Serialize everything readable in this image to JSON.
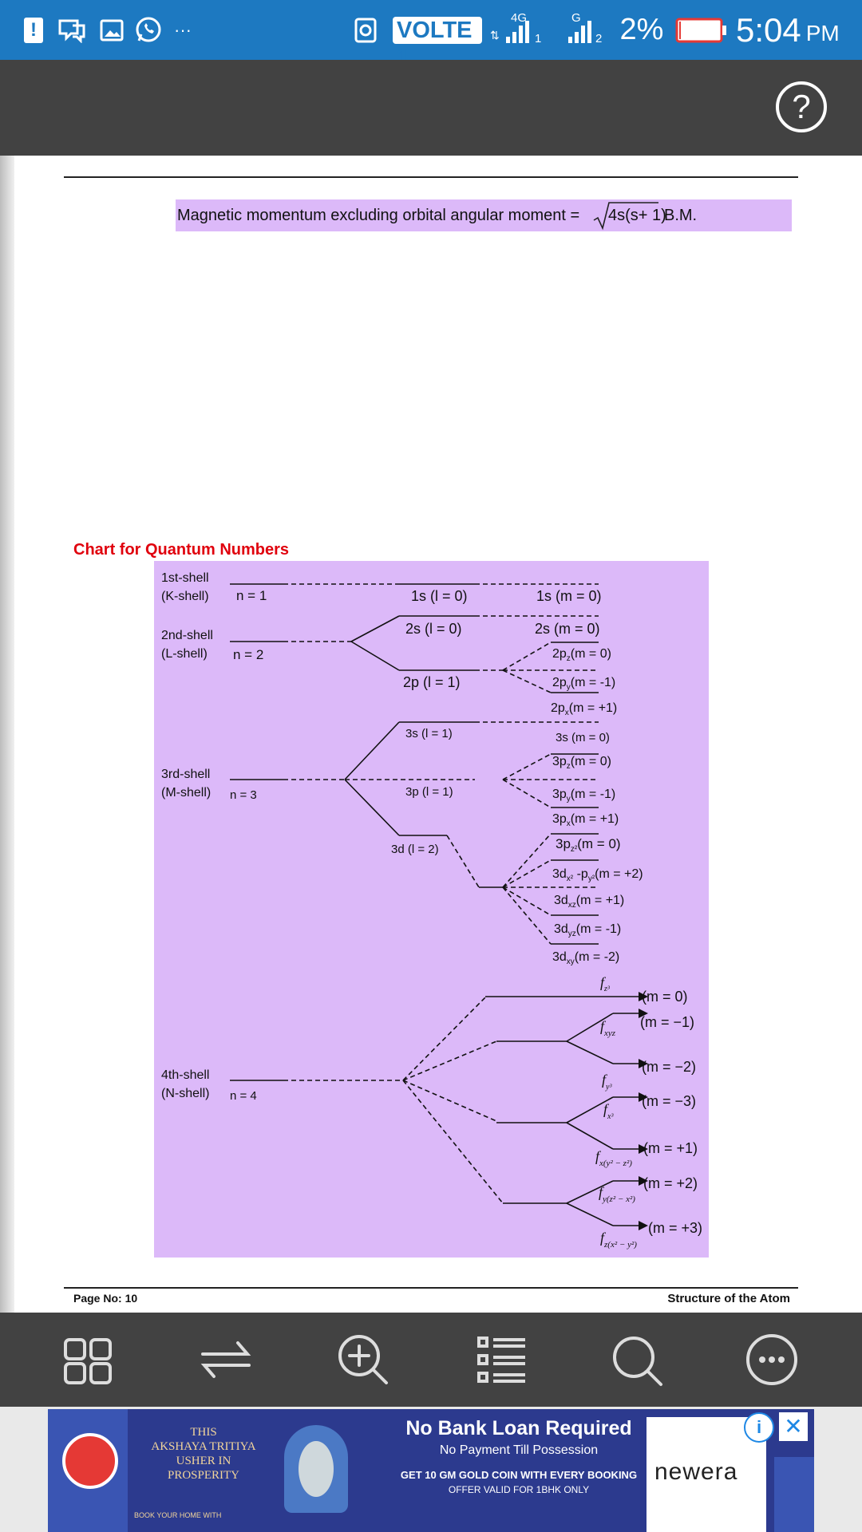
{
  "status_bar": {
    "carrier_badge": "VOLTE 1",
    "net_4g": "4G",
    "net_g": "G",
    "sim1": "1",
    "sim2": "2",
    "battery_percent": "2%",
    "time": "5:04",
    "ampm": "PM",
    "more": "···"
  },
  "app_bar": {
    "help_glyph": "?"
  },
  "document": {
    "formula_text": "Magnetic momentum excluding orbital angular moment =",
    "formula_radicand": "4s(s+ 1)",
    "formula_unit": "B.M.",
    "chart_title": "Chart for Quantum Numbers",
    "footer_left": "Page No: 10",
    "footer_right": "Structure of the Atom",
    "shells": [
      {
        "name": "1st-shell",
        "alt": "(K-shell)",
        "n": "n = 1"
      },
      {
        "name": "2nd-shell",
        "alt": "(L-shell)",
        "n": "n = 2"
      },
      {
        "name": "3rd-shell",
        "alt": "(M-shell)",
        "n": "n = 3"
      },
      {
        "name": "4th-shell",
        "alt": "(N-shell)",
        "n": "n = 4"
      }
    ],
    "subshells": [
      "1s (l = 0)",
      "2s (l = 0)",
      "2p (l = 1)",
      "3s (l = 1)",
      "3p (l = 1)",
      "3d (l = 2)"
    ],
    "orbitals": [
      "1s (m = 0)",
      "2s (m = 0)",
      "3s (m = 0)"
    ],
    "orbitals_sub": [
      {
        "base": "2p",
        "sub": "z",
        "rest": "(m = 0)"
      },
      {
        "base": "2p",
        "sub": "y",
        "rest": "(m = -1)"
      },
      {
        "base": "2p",
        "sub": "x",
        "rest": "(m = +1)"
      },
      {
        "base": "3p",
        "sub": "z",
        "rest": "(m = 0)"
      },
      {
        "base": "3p",
        "sub": "y",
        "rest": "(m = -1)"
      },
      {
        "base": "3p",
        "sub": "x",
        "rest": "(m = +1)"
      },
      {
        "base": "3p",
        "sub": "z²",
        "rest": "(m = 0)"
      },
      {
        "base": "3d",
        "sub": "x²",
        "rest": " -p",
        "sub2": "y²",
        "rest2": "(m = +2)"
      },
      {
        "base": "3d",
        "sub": "xz",
        "rest": "(m = +1)"
      },
      {
        "base": "3d",
        "sub": "yz",
        "rest": "(m = -1)"
      },
      {
        "base": "3d",
        "sub": "xy",
        "rest": "(m = -2)"
      }
    ],
    "f_orbitals": [
      {
        "label": "f",
        "sub": "z³",
        "m": "(m = 0)"
      },
      {
        "label": "f",
        "sub": "xyz",
        "m": "(m = −1)"
      },
      {
        "label": "f",
        "sub": "y³",
        "m": "(m = −2)"
      },
      {
        "label": "f",
        "sub": "x³",
        "m": "(m = −3)"
      },
      {
        "label": "f",
        "sub": "x(y² − z²)",
        "m": "(m = +1)"
      },
      {
        "label": "f",
        "sub": "y(z² − x²)",
        "m": "(m = +2)"
      },
      {
        "label": "f",
        "sub": "z(x² − y²)",
        "m": "(m = +3)"
      }
    ]
  },
  "ad": {
    "left_text_lines": [
      "THIS",
      "AKSHAYA TRITIYA",
      "USHER IN",
      "PROSPERITY"
    ],
    "left_footer": "BOOK YOUR HOME WITH",
    "headline": "No Bank Loan Required",
    "sub": "No Payment Till Possession",
    "offer_line": "GET 10 GM GOLD COIN WITH EVERY BOOKING",
    "offer_line2": "OFFER VALID FOR 1BHK ONLY",
    "brand": "newera",
    "info_glyph": "i",
    "close_glyph": "✕"
  },
  "colors": {
    "status_bar": "#1d79c1",
    "app_bar": "#424242",
    "chart_bg": "#dcb9f9",
    "formula_bg": "#dcb9f9",
    "chart_title": "#e0000d",
    "ad_bg": "#2c3a8e"
  }
}
